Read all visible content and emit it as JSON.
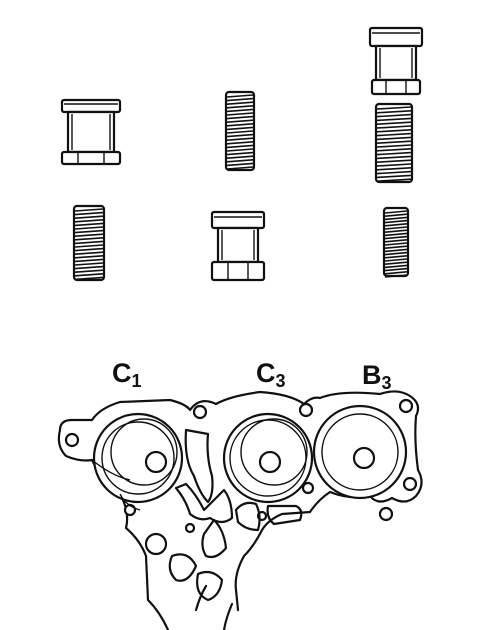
{
  "labels": {
    "c1": {
      "letter": "C",
      "sub": "1"
    },
    "c3": {
      "letter": "C",
      "sub": "3"
    },
    "b3": {
      "letter": "B",
      "sub": "3"
    }
  },
  "parts": {
    "pistons": [
      "accumulator-piston-c1",
      "accumulator-piston-c3",
      "accumulator-piston-b3"
    ],
    "springs": [
      "spring-c1",
      "spring-c3",
      "spring-b3-upper",
      "spring-b3-lower"
    ]
  },
  "colors": {
    "line": "#111111",
    "background": "#ffffff"
  }
}
